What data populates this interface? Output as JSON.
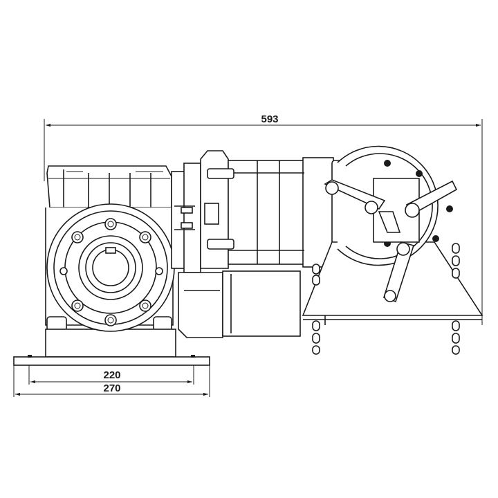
{
  "dimensions": {
    "overall_length": "593",
    "base_inner_width": "220",
    "base_outer_width": "270"
  },
  "colors": {
    "line": "#1a1a1a",
    "background": "#ffffff"
  }
}
